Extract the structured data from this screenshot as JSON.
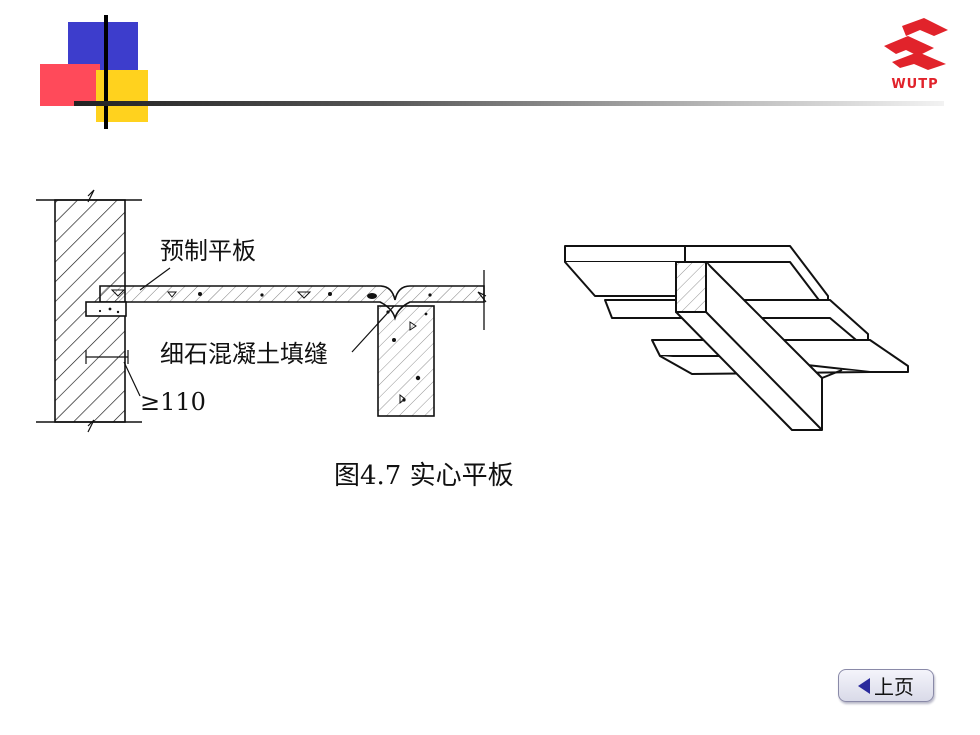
{
  "logo": {
    "text": "WUTP",
    "color": "#e1232b"
  },
  "figure": {
    "label_slab": "预制平板",
    "label_grout": "细石混凝土填缝",
    "label_dim": "≥110",
    "caption": "图4.7  实心平板"
  },
  "nav": {
    "prev_label": "上页",
    "prev_icon": "left-triangle-icon"
  },
  "colors": {
    "accent_blue": "#3d3dcc",
    "accent_red": "#ff4a5a",
    "accent_yellow": "#ffd21e"
  }
}
